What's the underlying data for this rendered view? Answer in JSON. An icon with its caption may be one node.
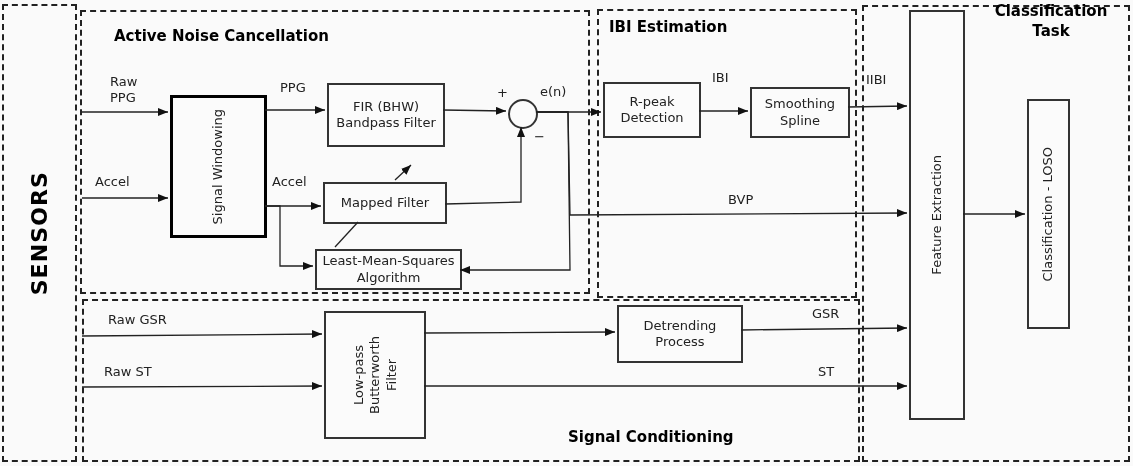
{
  "diagram": {
    "nodes": [
      {
        "text": [
          "SENSORS"
        ]
      },
      {
        "text": [
          "Active Noise Cancellation"
        ]
      },
      {
        "text": [
          "IBI Estimation"
        ]
      },
      {
        "text": [
          "Classification Task"
        ]
      },
      {
        "text": [
          "Signal Conditioning"
        ]
      },
      {
        "text": [
          "Signal Windowing"
        ],
        "in": 1
      },
      {
        "text": [
          "FIR (BHW) Bandpass Filter"
        ],
        "in": 1
      },
      {
        "text": [],
        "shape": "circle",
        "in": 1
      },
      {
        "text": [
          "Mapped Filter"
        ],
        "in": 1
      },
      {
        "text": [
          "Least-Mean-Squares Algorithm"
        ],
        "in": 1
      },
      {
        "text": [
          "R-peak Detection"
        ],
        "in": 2
      },
      {
        "text": [
          "Smoothing Spline"
        ],
        "in": 2
      },
      {
        "text": [
          "Feature Extraction"
        ],
        "in": 3
      },
      {
        "text": [
          "Classification - LOSO"
        ],
        "in": 3
      },
      {
        "text": [
          "Low-pass Butterworth Filter"
        ],
        "in": 4
      },
      {
        "text": [
          "Detrending Process"
        ],
        "in": 4
      }
    ],
    "edges": [
      {
        "from": null,
        "to": 5,
        "arrow": "to",
        "label": "Raw PPG"
      },
      {
        "from": null,
        "to": 5,
        "arrow": "to",
        "label": "Accel"
      },
      {
        "from": 5,
        "to": 6,
        "arrow": "to",
        "label": "PPG"
      },
      {
        "from": 5,
        "to": 8,
        "arrow": "to",
        "label": "Accel"
      },
      {
        "from": 5,
        "to": 9,
        "arrow": "to"
      },
      {
        "from": 6,
        "to": 7,
        "arrow": "to"
      },
      {
        "from": 8,
        "to": 7,
        "arrow": "to"
      },
      {
        "from": 9,
        "to": 8,
        "arrow": "none"
      },
      {
        "from": 7,
        "to": 10,
        "arrow": "to",
        "label": "e(n)"
      },
      {
        "from": 7,
        "to": 9,
        "arrow": "to"
      },
      {
        "from": 7,
        "to": 12,
        "arrow": "to",
        "label": "BVP"
      },
      {
        "from": 10,
        "to": 11,
        "arrow": "to",
        "label": "IBI"
      },
      {
        "from": 11,
        "to": 12,
        "arrow": "to",
        "label": "IIBI"
      },
      {
        "from": 12,
        "to": 13,
        "arrow": "to"
      },
      {
        "from": null,
        "to": 14,
        "arrow": "to",
        "label": "Raw GSR"
      },
      {
        "from": null,
        "to": 14,
        "arrow": "to",
        "label": "Raw ST"
      },
      {
        "from": 14,
        "to": 15,
        "arrow": "to"
      },
      {
        "from": 15,
        "to": 12,
        "arrow": "to",
        "label": "GSR"
      },
      {
        "from": 14,
        "to": 12,
        "arrow": "to",
        "label": "ST"
      }
    ],
    "labels": [
      "+",
      "−"
    ]
  }
}
